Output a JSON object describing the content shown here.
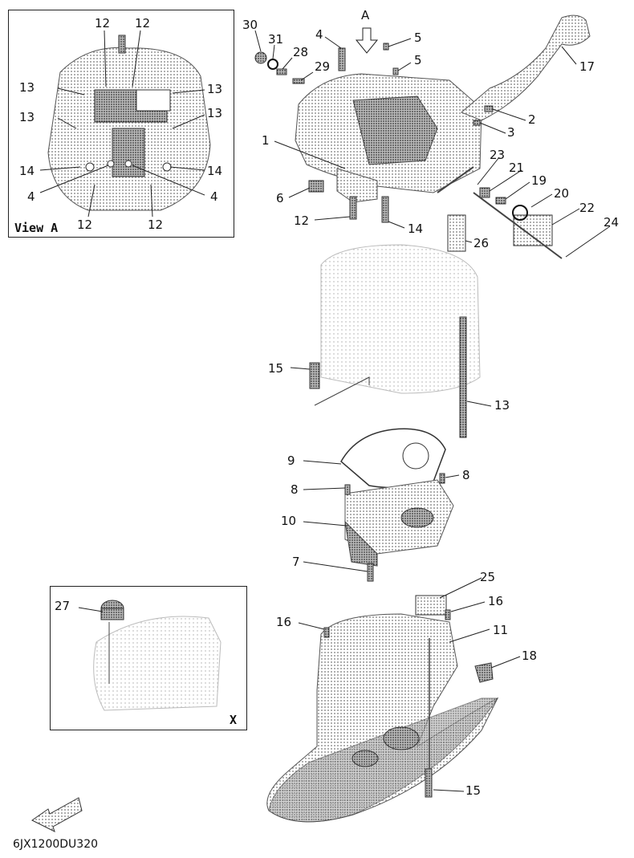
{
  "view_a": {
    "caption": "View A",
    "labels": [
      "12",
      "12",
      "13",
      "13",
      "13",
      "13",
      "14",
      "14",
      "4",
      "4",
      "12",
      "12"
    ]
  },
  "detail_x": {
    "caption": "X",
    "part": "27"
  },
  "arrow_a": "A",
  "part_labels": [
    "30",
    "31",
    "4",
    "28",
    "29",
    "5",
    "5",
    "17",
    "1",
    "2",
    "3",
    "23",
    "21",
    "19",
    "20",
    "22",
    "24",
    "6",
    "12",
    "14",
    "26",
    "15",
    "13",
    "9",
    "8",
    "8",
    "10",
    "7",
    "25",
    "16",
    "16",
    "11",
    "18",
    "15"
  ],
  "diagram_code": "6JX1200DU320"
}
